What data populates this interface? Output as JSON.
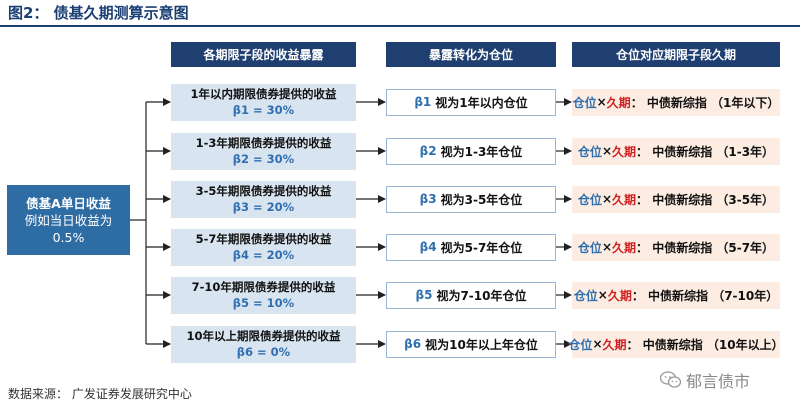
{
  "title": "图2：  债基久期测算示意图",
  "headers": [
    "各期限子段的收益暴露",
    "暴露转化为仓位",
    "仓位对应期限子段久期"
  ],
  "main_box": {
    "line1": "债基A单日收益",
    "line2": "例如当日收益为",
    "line3": "0.5%"
  },
  "rows": [
    {
      "exposure": "1年以内期限债券提供的收益",
      "beta": "β1 = 30%",
      "pos_beta": "β1",
      "pos_text": "视为1年以内仓位",
      "cang": "仓位",
      "x": "×",
      "jiuqi": "久期",
      "idx": "：  中债新综指 （1年以下）"
    },
    {
      "exposure": "1-3年期限债券提供的收益",
      "beta": "β2 = 30%",
      "pos_beta": "β2",
      "pos_text": "视为1-3年仓位",
      "cang": "仓位",
      "x": "×",
      "jiuqi": "久期",
      "idx": "：  中债新综指 （1-3年）"
    },
    {
      "exposure": "3-5年期限债券提供的收益",
      "beta": "β3 = 20%",
      "pos_beta": "β3",
      "pos_text": "视为3-5年仓位",
      "cang": "仓位",
      "x": "×",
      "jiuqi": "久期",
      "idx": "：  中债新综指 （3-5年）"
    },
    {
      "exposure": "5-7年期限债券提供的收益",
      "beta": "β4 = 20%",
      "pos_beta": "β4",
      "pos_text": "视为5-7年仓位",
      "cang": "仓位",
      "x": "×",
      "jiuqi": "久期",
      "idx": "：  中债新综指 （5-7年）"
    },
    {
      "exposure": "7-10年期限债券提供的收益",
      "beta": "β5 = 10%",
      "pos_beta": "β5",
      "pos_text": "视为7-10年仓位",
      "cang": "仓位",
      "x": "×",
      "jiuqi": "久期",
      "idx": "：  中债新综指 （7-10年）"
    },
    {
      "exposure": "10年以上期限债券提供的收益",
      "beta": "β6 = 0%",
      "pos_beta": "β6",
      "pos_text": "视为10年以上年仓位",
      "cang": "仓位",
      "x": "×",
      "jiuqi": "久期",
      "idx": "：  中债新综指 （10年以上）"
    }
  ],
  "source": "数据来源：   广发证券发展研究中心",
  "watermark": "郁言债市",
  "colors": {
    "header_bg": "#1f3f70",
    "main_box_bg": "#2e6da4",
    "stage1_bg": "#d8e5f1",
    "stage3_bg": "#fcece2",
    "beta_blue": "#2f6fb0",
    "duration_red": "#d02020",
    "line": "#222222"
  },
  "icons": [
    "wechat-icon"
  ]
}
